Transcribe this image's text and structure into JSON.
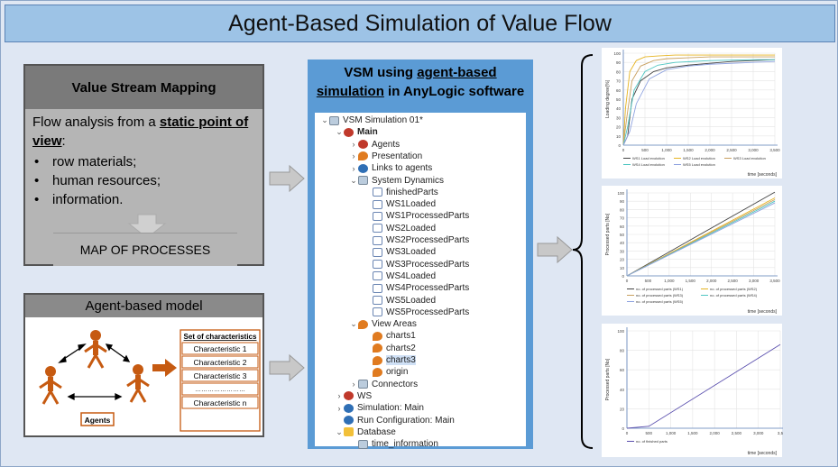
{
  "title": "Agent-Based Simulation of Value Flow",
  "vsm": {
    "heading": "Value Stream Mapping",
    "intro_prefix": "Flow analysis from a ",
    "intro_bold": "static point of view",
    "intro_suffix": ":",
    "bullets": [
      "row materials;",
      "human resources;",
      "information."
    ],
    "map_label": "MAP OF PROCESSES"
  },
  "agent_model": {
    "heading": "Agent-based model",
    "set_title": "Set of characteristics",
    "characteristics": [
      "Characteristic 1",
      "Characteristic 2",
      "Characteristic 3",
      "……………………",
      "Characteristic n"
    ],
    "agents_label": "Agents"
  },
  "anylogic": {
    "head_line1_prefix": "VSM using ",
    "head_line1_ul": "agent-based",
    "head_line2_ul": "simulation",
    "head_line2_suffix": " in AnyLogic software",
    "tree": [
      {
        "label": "VSM Simulation 01*",
        "indent": 0,
        "chev": "v",
        "icon": "grid"
      },
      {
        "label": "Main",
        "indent": 1,
        "chev": "v",
        "icon": "red",
        "bold": true
      },
      {
        "label": "Agents",
        "indent": 2,
        "chev": ">",
        "icon": "red"
      },
      {
        "label": "Presentation",
        "indent": 2,
        "chev": ">",
        "icon": "orange"
      },
      {
        "label": "Links to agents",
        "indent": 2,
        "chev": ">",
        "icon": "blue"
      },
      {
        "label": "System Dynamics",
        "indent": 2,
        "chev": "v",
        "icon": "grid"
      },
      {
        "label": "finishedParts",
        "indent": 3,
        "chev": "",
        "icon": "var"
      },
      {
        "label": "WS1Loaded",
        "indent": 3,
        "chev": "",
        "icon": "var"
      },
      {
        "label": "WS1ProcessedParts",
        "indent": 3,
        "chev": "",
        "icon": "var"
      },
      {
        "label": "WS2Loaded",
        "indent": 3,
        "chev": "",
        "icon": "var"
      },
      {
        "label": "WS2ProcessedParts",
        "indent": 3,
        "chev": "",
        "icon": "var"
      },
      {
        "label": "WS3Loaded",
        "indent": 3,
        "chev": "",
        "icon": "var"
      },
      {
        "label": "WS3ProcessedParts",
        "indent": 3,
        "chev": "",
        "icon": "var"
      },
      {
        "label": "WS4Loaded",
        "indent": 3,
        "chev": "",
        "icon": "var"
      },
      {
        "label": "WS4ProcessedParts",
        "indent": 3,
        "chev": "",
        "icon": "var"
      },
      {
        "label": "WS5Loaded",
        "indent": 3,
        "chev": "",
        "icon": "var"
      },
      {
        "label": "WS5ProcessedParts",
        "indent": 3,
        "chev": "",
        "icon": "var"
      },
      {
        "label": "View Areas",
        "indent": 2,
        "chev": "v",
        "icon": "orange"
      },
      {
        "label": "charts1",
        "indent": 3,
        "chev": "",
        "icon": "orange"
      },
      {
        "label": "charts2",
        "indent": 3,
        "chev": "",
        "icon": "orange"
      },
      {
        "label": "charts3",
        "indent": 3,
        "chev": "",
        "icon": "orange",
        "selected": true
      },
      {
        "label": "origin",
        "indent": 3,
        "chev": "",
        "icon": "orange"
      },
      {
        "label": "Connectors",
        "indent": 2,
        "chev": ">",
        "icon": "grid"
      },
      {
        "label": "WS",
        "indent": 1,
        "chev": ">",
        "icon": "red"
      },
      {
        "label": "Simulation: Main",
        "indent": 1,
        "chev": ">",
        "icon": "blue"
      },
      {
        "label": "Run Configuration: Main",
        "indent": 1,
        "chev": "",
        "icon": "blue"
      },
      {
        "label": "Database",
        "indent": 1,
        "chev": "v",
        "icon": "db"
      },
      {
        "label": "time_information",
        "indent": 2,
        "chev": "",
        "icon": "grid"
      }
    ]
  },
  "chart_data": [
    {
      "type": "line",
      "xlabel": "time [seconds]",
      "ylabel": "Loading degree[%]",
      "xlim": [
        0,
        3500
      ],
      "ylim": [
        0,
        100
      ],
      "xticks": [
        "0",
        "500",
        "1,000",
        "1,500",
        "2,000",
        "2,500",
        "3,000",
        "3,500"
      ],
      "yticks": [
        "0",
        "10",
        "20",
        "30",
        "40",
        "50",
        "60",
        "70",
        "80",
        "90",
        "100"
      ],
      "series": [
        {
          "name": "WS1 Load evolution",
          "color": "#444444",
          "x": [
            0,
            100,
            200,
            400,
            700,
            1000,
            1500,
            2000,
            2500,
            3000,
            3500
          ],
          "y": [
            0,
            10,
            50,
            70,
            80,
            84,
            87,
            89,
            91,
            92,
            93
          ]
        },
        {
          "name": "WS2 Load evolution",
          "color": "#e6b422",
          "x": [
            0,
            50,
            150,
            300,
            500,
            800,
            1200,
            2000,
            3000,
            3500
          ],
          "y": [
            0,
            40,
            80,
            92,
            96,
            97,
            98,
            98,
            98,
            98
          ]
        },
        {
          "name": "WS3 Load evolution",
          "color": "#c8a060",
          "x": [
            0,
            80,
            200,
            400,
            700,
            1000,
            1500,
            2000,
            3000,
            3500
          ],
          "y": [
            0,
            30,
            70,
            86,
            92,
            94,
            95,
            96,
            96,
            96
          ]
        },
        {
          "name": "WS4 Load evolution",
          "color": "#4fc6c2",
          "x": [
            0,
            100,
            250,
            500,
            800,
            1200,
            2000,
            3000,
            3500
          ],
          "y": [
            0,
            20,
            60,
            80,
            87,
            90,
            92,
            93,
            93
          ]
        },
        {
          "name": "WS5 Load evolution",
          "color": "#8fa3e0",
          "x": [
            0,
            150,
            300,
            600,
            1000,
            1500,
            2000,
            3000,
            3500
          ],
          "y": [
            0,
            15,
            45,
            72,
            82,
            86,
            88,
            90,
            91
          ]
        }
      ]
    },
    {
      "type": "line",
      "xlabel": "time [seconds]",
      "ylabel": "Processed parts [No]",
      "xlim": [
        0,
        3500
      ],
      "ylim": [
        0,
        100
      ],
      "xticks": [
        "0",
        "500",
        "1,000",
        "1,500",
        "2,000",
        "2,500",
        "3,000",
        "3,500"
      ],
      "yticks": [
        "0",
        "10",
        "20",
        "30",
        "40",
        "50",
        "60",
        "70",
        "80",
        "90",
        "100"
      ],
      "series": [
        {
          "name": "no. of processed parts (WS1)",
          "color": "#444444",
          "x": [
            0,
            3500
          ],
          "y": [
            0,
            101
          ]
        },
        {
          "name": "no. of processed parts (WS2)",
          "color": "#e6b422",
          "x": [
            0,
            3500
          ],
          "y": [
            0,
            94
          ]
        },
        {
          "name": "no. of processed parts (WS3)",
          "color": "#c8a060",
          "x": [
            0,
            3500
          ],
          "y": [
            0,
            92
          ]
        },
        {
          "name": "no. of processed parts (WS4)",
          "color": "#4fc6c2",
          "x": [
            0,
            3500
          ],
          "y": [
            0,
            90
          ]
        },
        {
          "name": "no. of processed parts (WS5)",
          "color": "#8fa3e0",
          "x": [
            0,
            3500
          ],
          "y": [
            0,
            88
          ]
        }
      ]
    },
    {
      "type": "line",
      "xlabel": "time [seconds]",
      "ylabel": "Processed parts [No]",
      "xlim": [
        0,
        3500
      ],
      "ylim": [
        0,
        100
      ],
      "xticks": [
        "0",
        "500",
        "1,000",
        "1,500",
        "2,000",
        "2,500",
        "3,000",
        "3,5"
      ],
      "yticks": [
        "0",
        "20",
        "40",
        "60",
        "80",
        "100"
      ],
      "series": [
        {
          "name": "no. of finished parts",
          "color": "#5a4fae",
          "x": [
            0,
            500,
            3500
          ],
          "y": [
            0,
            2,
            86
          ]
        }
      ]
    }
  ]
}
